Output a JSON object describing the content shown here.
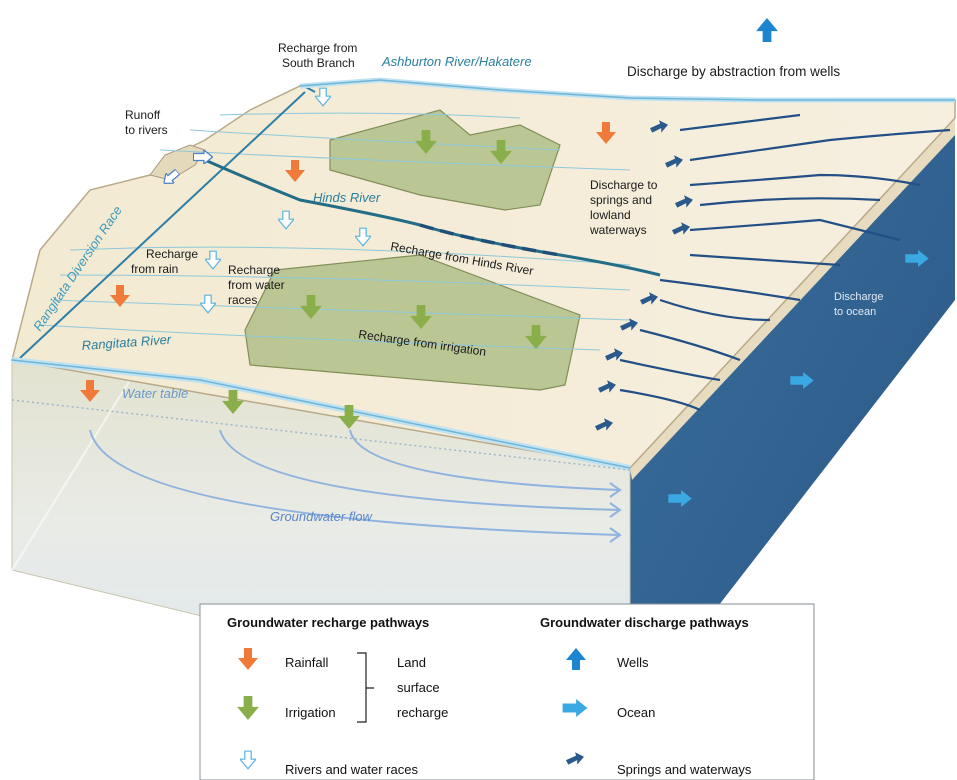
{
  "labels": {
    "recharge_south_branch_1": "Recharge from",
    "recharge_south_branch_2": "South Branch",
    "ashburton_river": "Ashburton River/Hakatere",
    "discharge_wells": "Discharge by abstraction from wells",
    "runoff_1": "Runoff",
    "runoff_2": "to rivers",
    "hinds_river": "Hinds River",
    "discharge_springs_1": "Discharge to",
    "discharge_springs_2": "springs and",
    "discharge_springs_3": "lowland",
    "discharge_springs_4": "waterways",
    "recharge_hinds": "Recharge from Hinds River",
    "diversion_race": "Rangitata Diversion Race",
    "recharge_rain_1": "Recharge",
    "recharge_rain_2": "from rain",
    "recharge_races_1": "Recharge",
    "recharge_races_2": "from water",
    "recharge_races_3": "races",
    "discharge_ocean_1": "Discharge",
    "discharge_ocean_2": "to ocean",
    "rangitata_river": "Rangitata River",
    "recharge_irrigation": "Recharge from irrigation",
    "water_table": "Water table",
    "groundwater_flow": "Groundwater flow"
  },
  "legend": {
    "recharge_title": "Groundwater recharge pathways",
    "discharge_title": "Groundwater discharge pathways",
    "rainfall": "Rainfall",
    "irrigation": "Irrigation",
    "land_1": "Land",
    "land_2": "surface",
    "land_3": "recharge",
    "rivers_races": "Rivers and water races",
    "wells": "Wells",
    "ocean": "Ocean",
    "springs": "Springs and waterways"
  },
  "colors": {
    "rainfall_arrow": "#f07a3a",
    "irrigation_arrow": "#8aae4a",
    "river_arrow": "#5ab4e0",
    "wells_arrow": "#1b86cf",
    "ocean_arrow": "#3aa8e2",
    "springs_arrow": "#2a5a8c",
    "land_surface": "#f4ecd8",
    "irrigated_area": "#b7c490",
    "ocean_face": "#2f6193",
    "river_label": "#2a7f9e"
  },
  "icons": {
    "rainfall": "down-arrow-orange",
    "irrigation": "down-arrow-green",
    "rivers": "down-arrow-outline-blue",
    "wells": "up-arrow-blue",
    "ocean": "right-arrow-blue",
    "springs": "small-diagonal-arrow-navy"
  }
}
